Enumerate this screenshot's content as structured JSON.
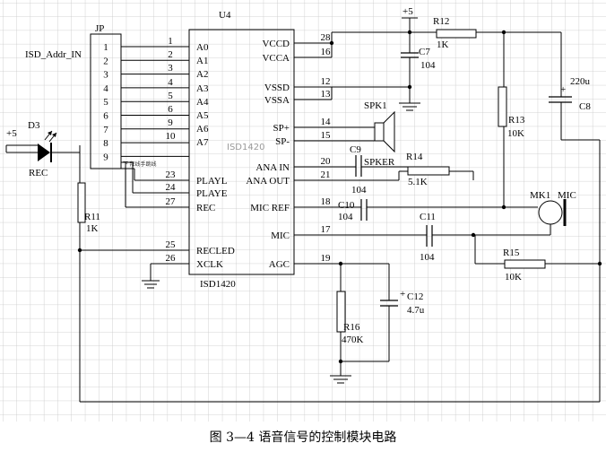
{
  "caption": "图 3—4 语音信号的控制模块电路",
  "connector": {
    "ref": "JP",
    "net_label": "ISD_Addr_IN",
    "pins": [
      "1",
      "2",
      "3",
      "4",
      "5",
      "6",
      "7",
      "8",
      "9"
    ],
    "note": "下 拜线手跳线"
  },
  "ic": {
    "ref": "U4",
    "title_overlay": "ISD1420",
    "part": "ISD1420",
    "left_pins": [
      {
        "num": "1",
        "name": "A0"
      },
      {
        "num": "2",
        "name": "A1"
      },
      {
        "num": "3",
        "name": "A2"
      },
      {
        "num": "4",
        "name": "A3"
      },
      {
        "num": "5",
        "name": "A4"
      },
      {
        "num": "6",
        "name": "A5"
      },
      {
        "num": "9",
        "name": "A6"
      },
      {
        "num": "10",
        "name": "A7"
      },
      {
        "num": "23",
        "name": "PLAYL"
      },
      {
        "num": "24",
        "name": "PLAYE"
      },
      {
        "num": "27",
        "name": "REC"
      },
      {
        "num": "25",
        "name": "RECLED"
      },
      {
        "num": "26",
        "name": "XCLK"
      }
    ],
    "right_pins": [
      {
        "num": "28",
        "name": "VCCD"
      },
      {
        "num": "16",
        "name": "VCCA"
      },
      {
        "num": "12",
        "name": "VSSD"
      },
      {
        "num": "13",
        "name": "VSSA"
      },
      {
        "num": "14",
        "name": "SP+"
      },
      {
        "num": "15",
        "name": "SP-"
      },
      {
        "num": "20",
        "name": "ANA IN"
      },
      {
        "num": "21",
        "name": "ANA OUT"
      },
      {
        "num": "18",
        "name": "MIC REF"
      },
      {
        "num": "17",
        "name": "MIC"
      },
      {
        "num": "19",
        "name": "AGC"
      }
    ]
  },
  "components": {
    "d3": {
      "ref": "D3",
      "value": "REC",
      "supply": "+5"
    },
    "r11": {
      "ref": "R11",
      "value": "1K"
    },
    "vcc_top": "+5",
    "r12": {
      "ref": "R12",
      "value": "1K"
    },
    "c7": {
      "ref": "C7",
      "value": "104"
    },
    "c8": {
      "ref": "C8",
      "value": "220u",
      "polarity": "+"
    },
    "r13": {
      "ref": "R13",
      "value": "10K"
    },
    "spk1": {
      "ref": "SPK1"
    },
    "c9": {
      "ref": "C9",
      "value": "104"
    },
    "spker": "SPKER",
    "r14": {
      "ref": "R14",
      "value": "5.1K"
    },
    "c10": {
      "ref": "C10",
      "value": "104"
    },
    "c11": {
      "ref": "C11",
      "value": "104"
    },
    "mk1": {
      "ref": "MK1",
      "type": "MIC"
    },
    "r15": {
      "ref": "R15",
      "value": "10K"
    },
    "c12": {
      "ref": "C12",
      "value": "4.7u",
      "polarity": "+"
    },
    "r16": {
      "ref": "R16",
      "value": "470K"
    }
  }
}
